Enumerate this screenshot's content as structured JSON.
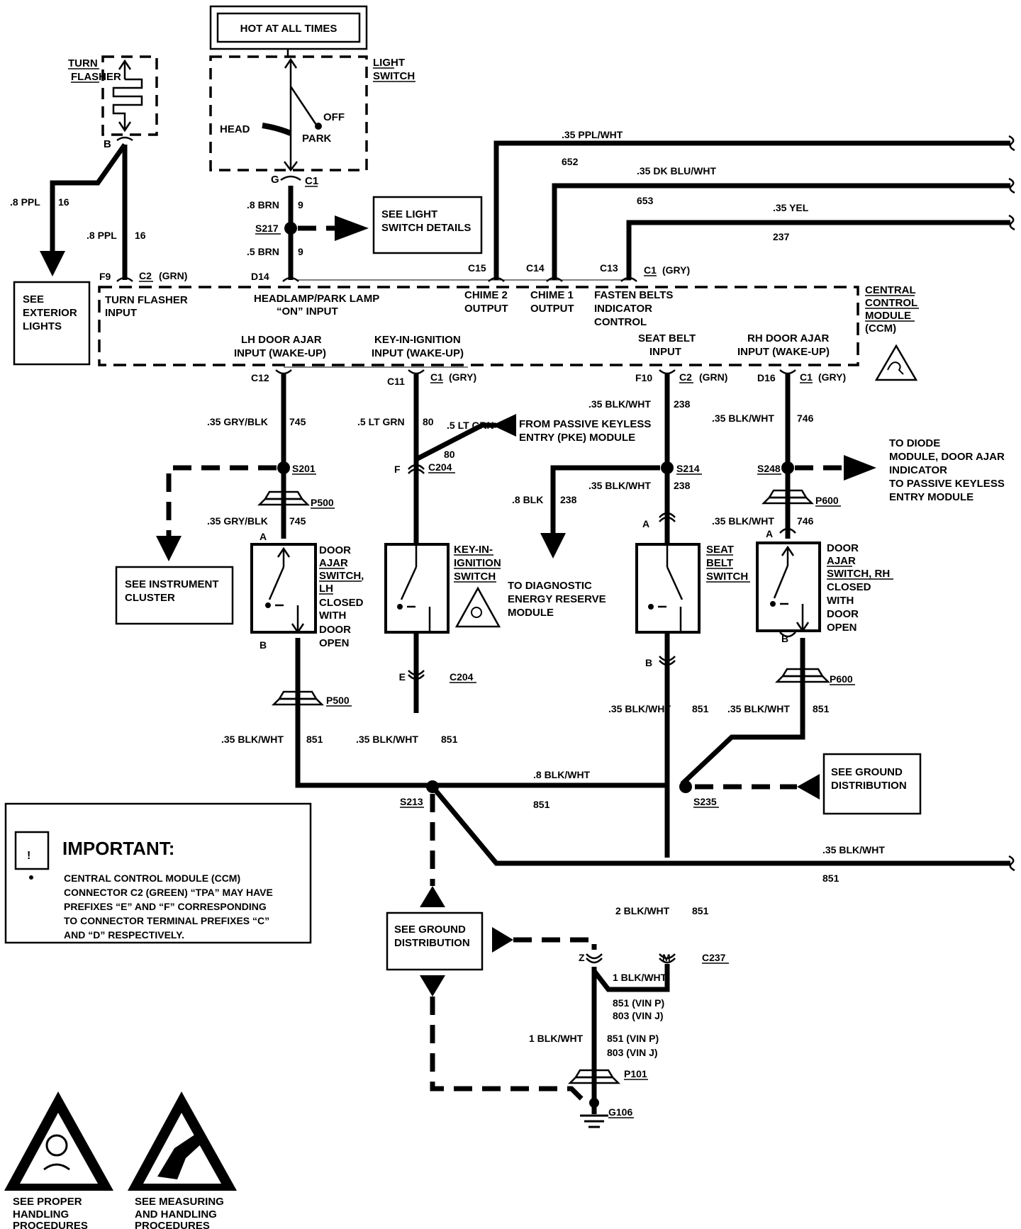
{
  "power": {
    "hot_label": "HOT AT ALL TIMES"
  },
  "light_switch": {
    "name_line1": "LIGHT",
    "name_line2": "SWITCH",
    "head": "HEAD",
    "off": "OFF",
    "park": "PARK",
    "pin": "G",
    "connector": "C1"
  },
  "turn_flasher": {
    "name_line1": "TURN",
    "name_line2": "FLASHER",
    "pin": "B"
  },
  "wires_top": {
    "ppl_left_gauge": ".8 PPL",
    "ppl_left_circuit": "16",
    "ppl_right_gauge": ".8 PPL",
    "ppl_right_circuit": "16",
    "brn_upper_gauge": ".8 BRN",
    "brn_upper_circuit": "9",
    "brn_lower_gauge": ".5 BRN",
    "brn_lower_circuit": "9",
    "splice_s217": "S217",
    "ppl_wht_gauge": ".35 PPL/WHT",
    "ppl_wht_circuit": "652",
    "dk_blu_gauge": ".35 DK BLU/WHT",
    "dk_blu_circuit": "653",
    "yel_gauge": ".35 YEL",
    "yel_circuit": "237"
  },
  "refs": {
    "exterior_lights": [
      "SEE",
      "EXTERIOR",
      "LIGHTS"
    ],
    "light_switch_details": [
      "SEE LIGHT",
      "SWITCH DETAILS"
    ],
    "instrument_cluster": [
      "SEE INSTRUMENT",
      "CLUSTER"
    ],
    "ground_right": [
      "SEE GROUND",
      "DISTRIBUTION"
    ],
    "ground_left": [
      "SEE GROUND",
      "DISTRIBUTION"
    ],
    "pke_from": [
      "FROM PASSIVE KEYLESS",
      "ENTRY (PKE) MODULE"
    ],
    "diag_energy": [
      "TO DIAGNOSTIC",
      "ENERGY RESERVE",
      "MODULE"
    ],
    "diode_module": [
      "TO DIODE",
      "MODULE, DOOR AJAR",
      "INDICATOR",
      "TO PASSIVE KEYLESS",
      "ENTRY MODULE"
    ]
  },
  "ccm": {
    "name": [
      "CENTRAL",
      "CONTROL",
      "MODULE",
      "(CCM)"
    ],
    "pins_top": {
      "f9": "F9",
      "c2_grn": "C2",
      "grn": "(GRN)",
      "d14": "D14",
      "c15": "C15",
      "c14": "C14",
      "c13": "C13",
      "c1_gry": "C1",
      "gry": "(GRY)"
    },
    "inputs_top": {
      "turn_flasher": [
        "TURN FLASHER",
        "INPUT"
      ],
      "headlamp": [
        "HEADLAMP/PARK LAMP",
        "“ON” INPUT"
      ],
      "chime2": [
        "CHIME 2",
        "OUTPUT"
      ],
      "chime1": [
        "CHIME 1",
        "OUTPUT"
      ],
      "fasten": [
        "FASTEN BELTS",
        "INDICATOR",
        "CONTROL"
      ]
    },
    "inputs_bottom": {
      "lh_door": [
        "LH DOOR AJAR",
        "INPUT (WAKE-UP)"
      ],
      "key_in": [
        "KEY-IN-IGNITION",
        "INPUT (WAKE-UP)"
      ],
      "seat_belt": [
        "SEAT BELT",
        "INPUT"
      ],
      "rh_door": [
        "RH DOOR AJAR",
        "INPUT (WAKE-UP)"
      ]
    },
    "pins_bottom": {
      "c12": "C12",
      "c11": "C11",
      "c1a": "C1",
      "gry_a": "(GRY)",
      "f10": "F10",
      "c2b": "C2",
      "grn_b": "(GRN)",
      "d16": "D16",
      "c1b": "C1",
      "gry_b": "(GRY)"
    }
  },
  "wires_mid": {
    "gry_blk_gauge": ".35 GRY/BLK",
    "gry_blk_circuit": "745",
    "s201": "S201",
    "p500": "P500",
    "gry_blk2_gauge": ".35 GRY/BLK",
    "gry_blk2_circuit": "745",
    "lt_grn_gauge": ".5 LT GRN",
    "lt_grn_circuit": "80",
    "lt_grn2_gauge": ".5 LT GRN",
    "lt_grn2_circuit": "80",
    "c204_pin_f": "F",
    "c204": "C204",
    "blk_wht_238_gauge": ".35 BLK/WHT",
    "blk_wht_238_circuit": "238",
    "s214": "S214",
    "blk_wht_238b_gauge": ".35 BLK/WHT",
    "blk_wht_238b_circuit": "238",
    "blk_238_gauge": ".8 BLK",
    "blk_238_circuit": "238",
    "blk_wht_746_gauge": ".35 BLK/WHT",
    "blk_wht_746_circuit": "746",
    "s248": "S248",
    "p600": "P600",
    "blk_wht_746b_gauge": ".35 BLK/WHT",
    "blk_wht_746b_circuit": "746"
  },
  "switches": {
    "door_lh": [
      "DOOR",
      "AJAR",
      "SWITCH,",
      "LH",
      "CLOSED",
      "WITH",
      "DOOR",
      "OPEN"
    ],
    "key_in": [
      "KEY-IN-",
      "IGNITION",
      "SWITCH"
    ],
    "seat_belt": [
      "SEAT",
      "BELT",
      "SWITCH"
    ],
    "door_rh": [
      "DOOR",
      "AJAR",
      "SWITCH, RH",
      "CLOSED",
      "WITH",
      "DOOR",
      "OPEN"
    ],
    "pin_a1": "A",
    "pin_b1": "B",
    "pin_a2": "A",
    "pin_b2": "B",
    "pin_a3": "A",
    "pin_b3": "B",
    "pin_e": "E",
    "c204b": "C204"
  },
  "ground": {
    "p500b": "P500",
    "p600b": "P600",
    "w851_lh_gauge": ".35 BLK/WHT",
    "w851_lh_circuit": "851",
    "w851_key_gauge": ".35 BLK/WHT",
    "w851_key_circuit": "851",
    "w851_seat_gauge": ".35 BLK/WHT",
    "w851_seat_circuit": "851",
    "w851_rh_gauge": ".35 BLK/WHT",
    "w851_rh_circuit": "851",
    "bus_gauge": ".8 BLK/WHT",
    "bus_circuit": "851",
    "s213": "S213",
    "s235": "S235",
    "out_gauge": ".35 BLK/WHT",
    "out_circuit": "851",
    "w2_gauge": "2 BLK/WHT",
    "w2_circuit": "851",
    "pin_z": "Z",
    "pin_m": "M",
    "c237": "C237",
    "w1a_gauge": "1 BLK/WHT",
    "vin_a1": "851  (VIN P)",
    "vin_a2": "803  (VIN J)",
    "w1b_gauge": "1 BLK/WHT",
    "vin_b1": "851  (VIN P)",
    "vin_b2": "803  (VIN J)",
    "p101": "P101",
    "g106": "G106"
  },
  "important": {
    "title": "IMPORTANT:",
    "lines": [
      "CENTRAL CONTROL MODULE (CCM)",
      "CONNECTOR C2 (GREEN) “TPA” MAY HAVE",
      "PREFIXES “E” AND “F” CORRESPONDING",
      "TO CONNECTOR TERMINAL PREFIXES “C”",
      "AND “D” RESPECTIVELY."
    ]
  },
  "footer": {
    "left": [
      "SEE PROPER",
      "HANDLING",
      "PROCEDURES"
    ],
    "right": [
      "SEE MEASURING",
      "AND HANDLING",
      "PROCEDURES"
    ]
  }
}
